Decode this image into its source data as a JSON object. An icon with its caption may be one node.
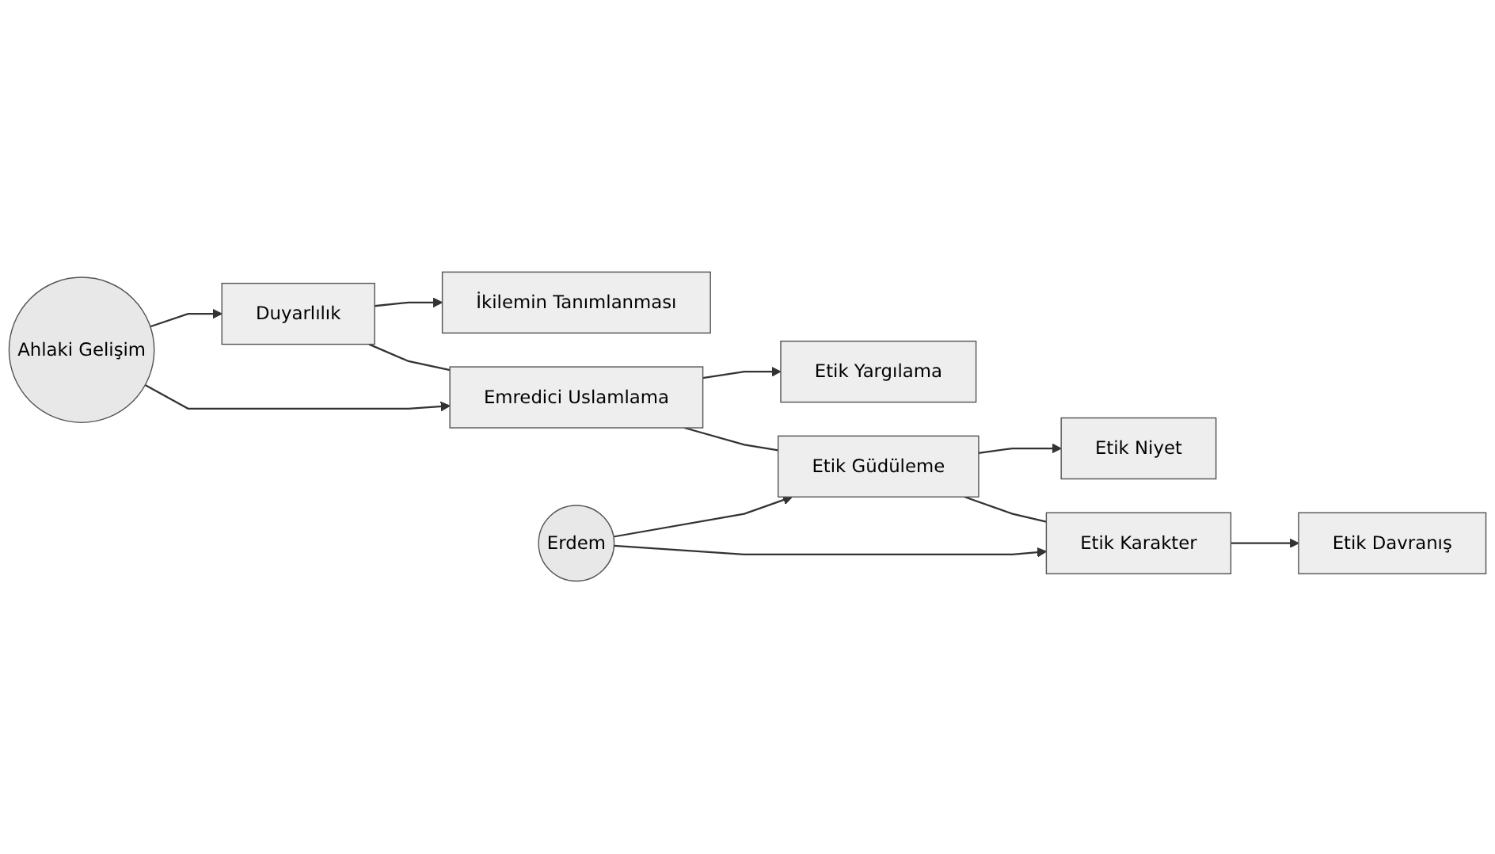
{
  "diagram": {
    "nodes": [
      {
        "text": [
          "Ahlaki Gelişim"
        ]
      },
      {
        "text": [
          "Duyarlılık"
        ]
      },
      {
        "text": [
          "İkilemin Tanımlanması"
        ]
      },
      {
        "text": [
          "Emredici Uslamlama"
        ]
      },
      {
        "text": [
          "Etik Yargılama"
        ]
      },
      {
        "text": [
          "Etik Güdüleme"
        ]
      },
      {
        "text": [
          "Etik Niyet"
        ]
      },
      {
        "text": [
          "Erdem"
        ]
      },
      {
        "text": [
          "Etik Karakter"
        ]
      },
      {
        "text": [
          "Etik Davranış"
        ]
      }
    ],
    "edges": [
      {
        "from": 0,
        "to": 1,
        "arrow": "to"
      },
      {
        "from": 0,
        "to": 3,
        "arrow": "to"
      },
      {
        "from": 1,
        "to": 2,
        "arrow": "to"
      },
      {
        "from": 1,
        "to": 3,
        "arrow": "none"
      },
      {
        "from": 3,
        "to": 4,
        "arrow": "to"
      },
      {
        "from": 3,
        "to": 5,
        "arrow": "none"
      },
      {
        "from": 7,
        "to": 5,
        "arrow": "to"
      },
      {
        "from": 7,
        "to": 8,
        "arrow": "to"
      },
      {
        "from": 5,
        "to": 6,
        "arrow": "to"
      },
      {
        "from": 5,
        "to": 8,
        "arrow": "none"
      },
      {
        "from": 8,
        "to": 9,
        "arrow": "to"
      }
    ]
  }
}
